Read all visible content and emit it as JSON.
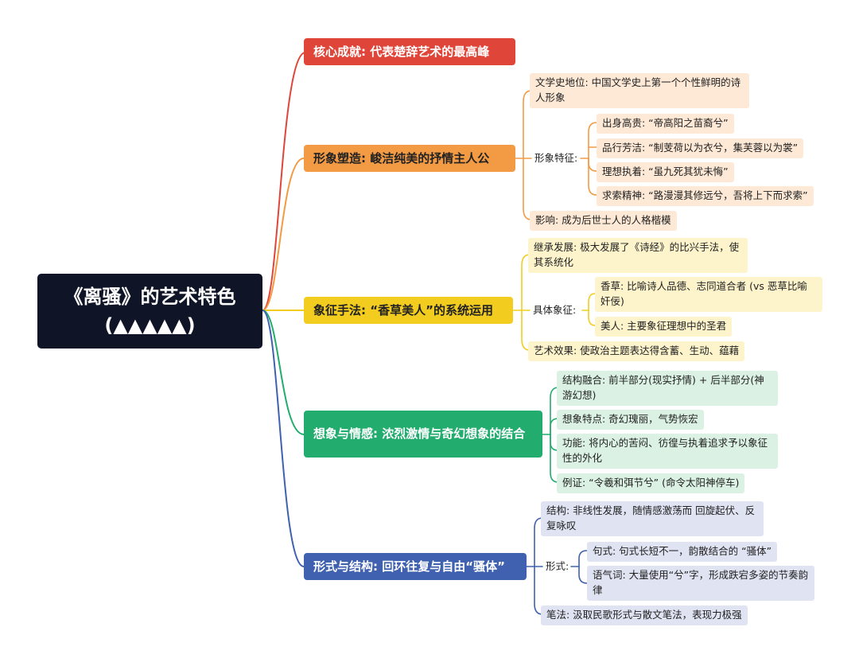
{
  "root": {
    "title": "《离骚》的艺术特色",
    "stars": "(▲▲▲▲▲)"
  },
  "colors": {
    "red": "#e0453a",
    "orange": "#f39a45",
    "yellow": "#f2cd1f",
    "green": "#22ac6e",
    "blue": "#3f61b0",
    "orange_bg": "#fde9d6",
    "yellow_bg": "#fdf4cc",
    "green_bg": "#daf1e3",
    "blue_bg": "#dfe3f2"
  },
  "branches": [
    {
      "label": "核心成就: 代表楚辞艺术的最高峰"
    },
    {
      "label": "形象塑造: 峻洁纯美的抒情主人公",
      "items": [
        "文学史地位: 中国文学史上第一个个性鲜明的诗人形象",
        "形象特征:",
        "影响: 成为后世士人的人格楷模"
      ],
      "sub": [
        "出身高贵: “帝高阳之苗裔兮”",
        "品行芳洁: “制芰荷以为衣兮，集芙蓉以为裳”",
        "理想执着: “虽九死其犹未悔”",
        "求索精神: “路漫漫其修远兮，吾将上下而求索”"
      ]
    },
    {
      "label": "象征手法: “香草美人”的系统运用",
      "items": [
        "继承发展: 极大发展了《诗经》的比兴手法，使其系统化",
        "具体象征:",
        "艺术效果: 使政治主题表达得含蓄、生动、蕴藉"
      ],
      "sub": [
        "香草: 比喻诗人品德、志同道合者 (vs 恶草比喻奸佞)",
        "美人: 主要象征理想中的圣君"
      ]
    },
    {
      "label": "想象与情感: 浓烈激情与奇幻想象的结合",
      "items": [
        "结构融合: 前半部分(现实抒情) + 后半部分(神游幻想)",
        "想象特点: 奇幻瑰丽，气势恢宏",
        "功能: 将内心的苦闷、彷徨与执着追求予以象征性的外化",
        "例证: “令羲和弭节兮” (命令太阳神停车)"
      ]
    },
    {
      "label": "形式与结构: 回环往复与自由“骚体”",
      "items": [
        "结构: 非线性发展，随情感激荡而 回旋起伏、反复咏叹",
        "形式:",
        "笔法: 汲取民歌形式与散文笔法，表现力极强"
      ],
      "sub": [
        "句式: 句式长短不一，韵散结合的 “骚体”",
        "语气词: 大量使用“兮”字，形成跌宕多姿的节奏韵律"
      ]
    }
  ]
}
